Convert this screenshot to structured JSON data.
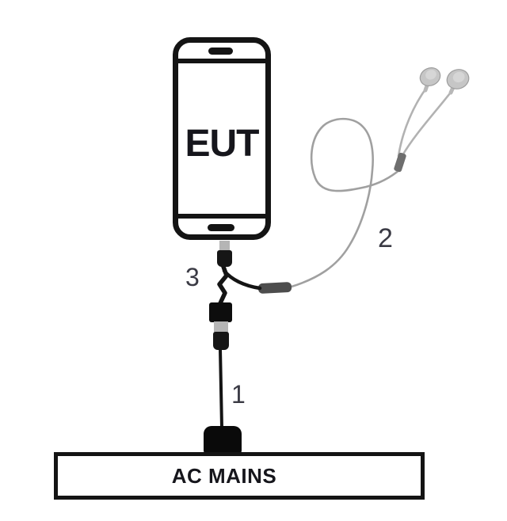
{
  "diagram": {
    "eut": {
      "label": "EUT"
    },
    "ac_mains": {
      "label": "AC MAINS"
    },
    "callouts": {
      "charger_cable": "1",
      "earphones": "2",
      "adapter_cable": "3"
    }
  },
  "colors": {
    "outline": "#141414",
    "cable_gray": "#a8a8a8",
    "connector_gray": "#b5b5b5",
    "headphone_adapter_body": "#4d4d4d",
    "earbud_fill": "#c6c6c6",
    "background": "#ffffff"
  }
}
